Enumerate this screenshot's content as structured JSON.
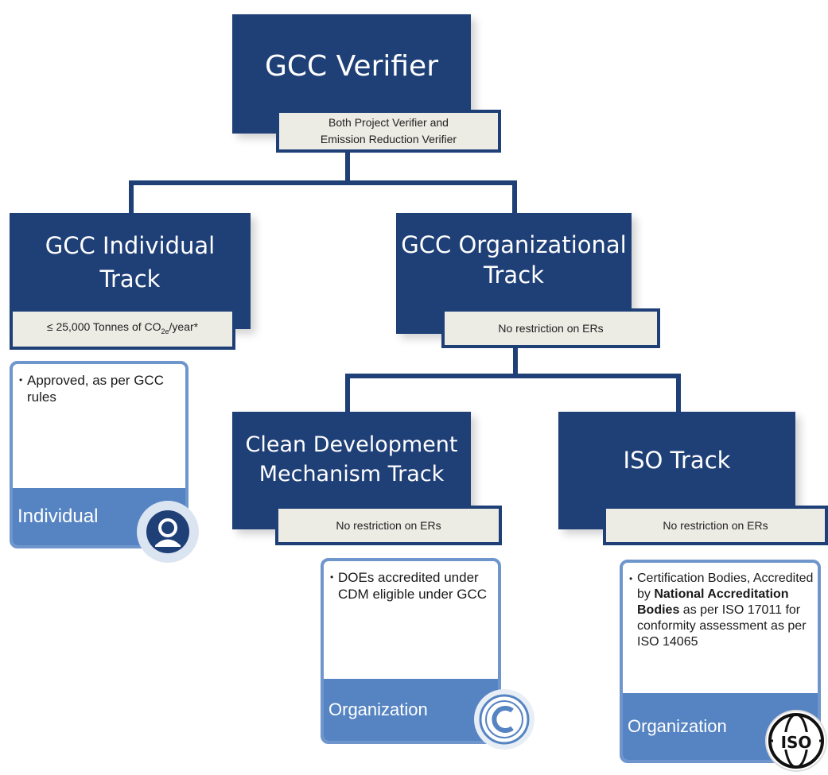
{
  "root": {
    "title": "GCC Verifier",
    "subtitle_line1": "Both Project Verifier and",
    "subtitle_line2": "Emission Reduction Verifier"
  },
  "individual_track": {
    "title_line1": "GCC Individual",
    "title_line2": "Track",
    "limit_prefix": "≤ 25,000 Tonnes of CO",
    "limit_subscript": "2e",
    "limit_suffix": "/year*",
    "bullet": "Approved, as per GCC rules",
    "footer": "Individual",
    "badge_icon": "person-icon"
  },
  "organizational_track": {
    "title_line1": "GCC Organizational",
    "title_line2": "Track",
    "subtitle": "No restriction on ERs"
  },
  "cdm_track": {
    "title_line1": "Clean Development",
    "title_line2": "Mechanism Track",
    "subtitle": "No restriction on ERs",
    "bullet": "DOEs accredited under CDM eligible under GCC",
    "footer": "Organization",
    "badge_icon": "cdm-logo-icon"
  },
  "iso_track": {
    "title": "ISO Track",
    "subtitle": "No restriction on ERs",
    "bullet_part1": "Certification Bodies, Accredited by ",
    "bullet_bold": "National Accreditation Bodies",
    "bullet_part2": " as per ISO 17011 for conformity assessment as per ISO 14065",
    "footer": "Organization",
    "badge_icon": "iso-logo-icon",
    "badge_text": "ISO"
  },
  "colors": {
    "box": "#1f3f77",
    "subtitle_bg": "#ecebe4",
    "card_border": "#6f96cc",
    "card_footer": "#5684c2"
  }
}
